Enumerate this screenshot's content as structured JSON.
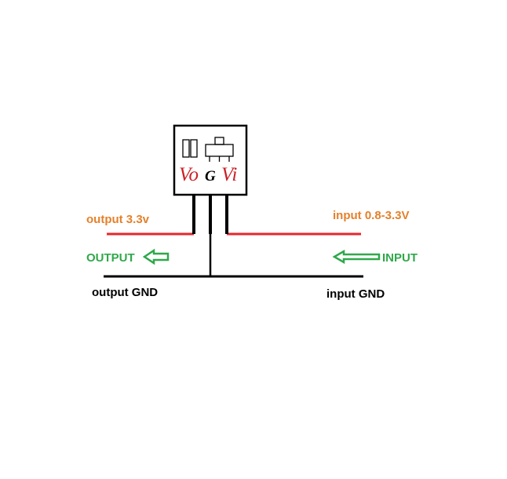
{
  "diagram": {
    "module": {
      "pins": {
        "vo": "Vo",
        "g": "G",
        "vi": "Vi"
      }
    },
    "labels": {
      "output_voltage": "output 3.3v",
      "input_voltage": "input 0.8-3.3V",
      "output_direction": "OUTPUT",
      "input_direction": "INPUT",
      "output_gnd": "output GND",
      "input_gnd": "input GND"
    },
    "colors": {
      "wire_positive": "#e8262b",
      "wire_ground": "#000000",
      "label_voltage": "#e5802a",
      "label_direction": "#2fa84a",
      "pin_accent": "#cc1f26",
      "label_gnd": "#000000"
    },
    "icons": {
      "output_arrow": "arrow-left-outline",
      "input_arrow": "arrow-left-outline"
    }
  }
}
